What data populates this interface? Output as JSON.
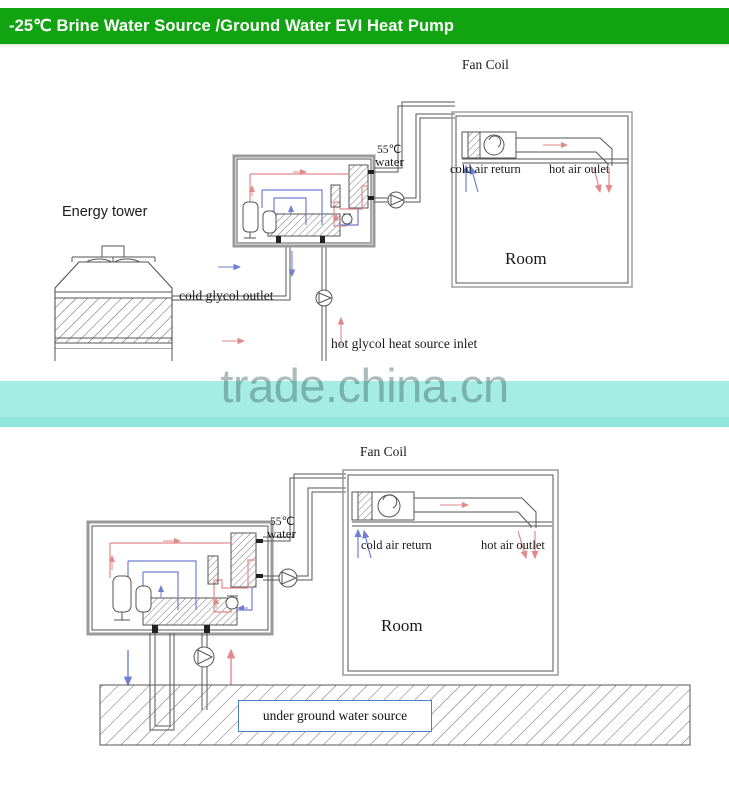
{
  "header": {
    "title": "-25℃ Brine Water Source /Ground Water  EVI  Heat Pump",
    "background_color": "#12a312",
    "text_color": "#ffffff"
  },
  "watermark": {
    "text": "trade.china.cn",
    "band_color": "#a5ece3",
    "band_accent_color": "#8fe6db"
  },
  "colors": {
    "hot_line": "#e08a8a",
    "cold_line": "#6f7fd1",
    "outline": "#555555",
    "hatch": "#6a6a6a",
    "box_border_blue": "#4f7fc0"
  },
  "diagram_top": {
    "name": "brine-water-source-energy-tower-diagram",
    "labels": {
      "energy_tower": "Energy tower",
      "fan_coil": "Fan Coil",
      "water_temp_line1": "55℃",
      "water_temp_line2": "water",
      "cold_air_return": "cold air return",
      "hot_air_outlet": "hot air oulet",
      "room": "Room",
      "cold_glycol_outlet": "cold glycol outlet",
      "hot_glycol_inlet": "hot glycol heat source inlet"
    }
  },
  "diagram_bottom": {
    "name": "ground-water-source-diagram",
    "labels": {
      "fan_coil": "Fan Coil",
      "water_temp_line1": "55℃",
      "water_temp_line2": "water",
      "cold_air_return": "cold air return",
      "hot_air_outlet": "hot air outlet",
      "room": "Room",
      "under_ground_water_source": "under ground water source"
    }
  }
}
